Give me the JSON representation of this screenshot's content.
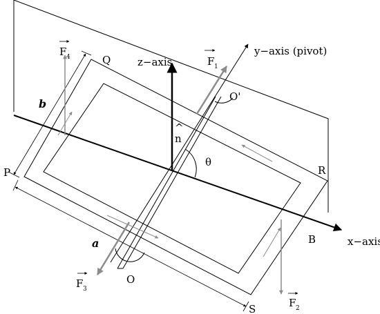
{
  "labels": {
    "Q": "Q",
    "P": "P",
    "R": "R",
    "S": "S",
    "a": "a",
    "b": "b",
    "z_axis": "z−axis",
    "y_axis": "y−axis (pivot)",
    "x_axis": "x−axis",
    "theta": "θ",
    "n": "n",
    "hat": "^",
    "O": "O",
    "O_prime": "O'",
    "B": "B",
    "F1": {
      "symbol": "F",
      "sub": "1"
    },
    "F2": {
      "symbol": "F",
      "sub": "2"
    },
    "F3": {
      "symbol": "F",
      "sub": "3"
    },
    "F4": {
      "symbol": "F",
      "sub": "4"
    }
  }
}
